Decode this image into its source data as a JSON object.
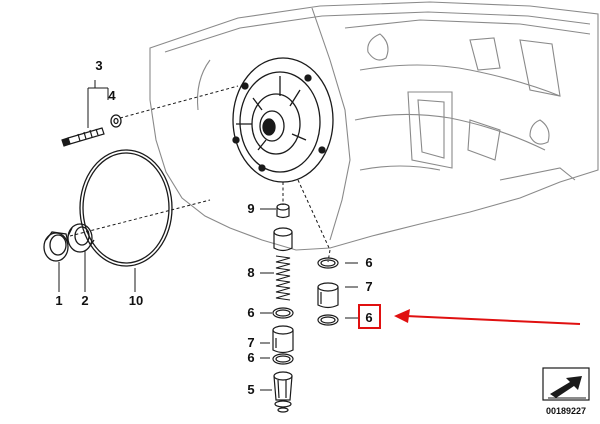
{
  "diagram": {
    "callouts": [
      "1",
      "2",
      "3",
      "4",
      "5",
      "6",
      "6",
      "6",
      "6",
      "7",
      "7",
      "8",
      "9",
      "10"
    ],
    "highlighted_callout": "6",
    "document_id": "00189227",
    "colors": {
      "line": "#1a1a1a",
      "ghost": "#8a8a8a",
      "highlight": "#e01010",
      "background": "#ffffff"
    },
    "icons": [
      "arrow-stamp-icon"
    ]
  }
}
